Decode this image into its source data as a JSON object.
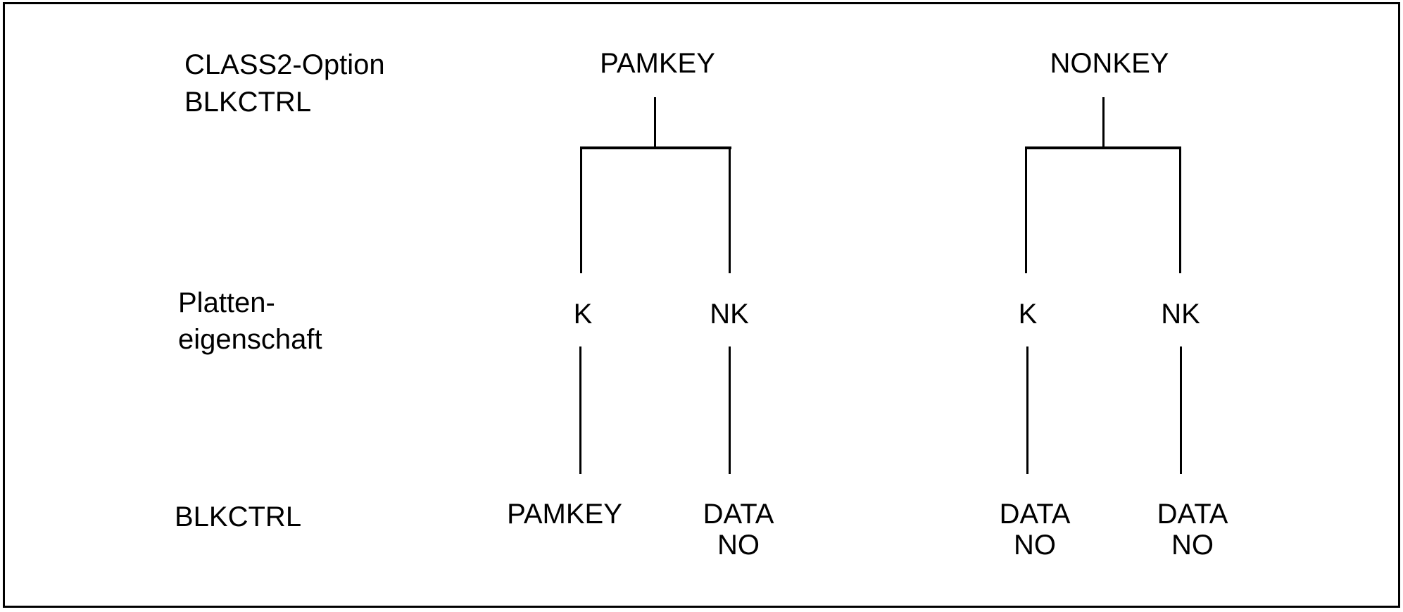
{
  "figure": {
    "background": "#ffffff",
    "line_color": "#000000",
    "text_color": "#000000",
    "border": "thin black rectangle around whole figure"
  },
  "labels": {
    "class2_option": "CLASS2-Option",
    "blkctrl_top": "BLKCTRL",
    "platten_line1": "Platten-",
    "platten_line2": "eigenschaft",
    "blkctrl_bottom": "BLKCTRL"
  },
  "trees": [
    {
      "root": "PAMKEY",
      "branches": [
        {
          "property": "K",
          "blkctrl": [
            "PAMKEY",
            ""
          ]
        },
        {
          "property": "NK",
          "blkctrl": [
            "DATA",
            "NO"
          ]
        }
      ]
    },
    {
      "root": "NONKEY",
      "branches": [
        {
          "property": "K",
          "blkctrl": [
            "DATA",
            "NO"
          ]
        },
        {
          "property": "NK",
          "blkctrl": [
            "DATA",
            "NO"
          ]
        }
      ]
    }
  ]
}
